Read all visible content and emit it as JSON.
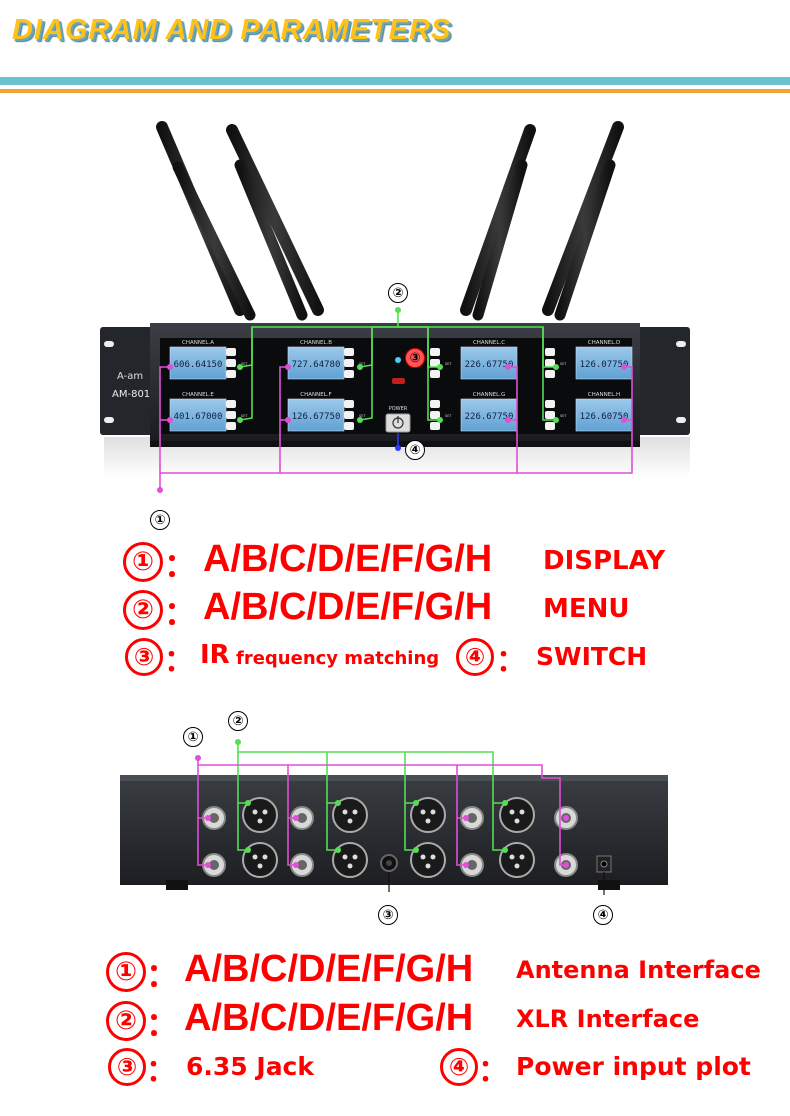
{
  "header": {
    "title": "DIAGRAM AND PARAMETERS"
  },
  "front_panel": {
    "logo": "A-am",
    "model": "AM-801",
    "channels": [
      {
        "label": "CHANNEL.A",
        "freq": "606.64150"
      },
      {
        "label": "CHANNEL.B",
        "freq": "727.64780"
      },
      {
        "label": "CHANNEL.C",
        "freq": "226.67750"
      },
      {
        "label": "CHANNEL.D",
        "freq": "126.07750"
      },
      {
        "label": "CHANNEL.E",
        "freq": "401.67000"
      },
      {
        "label": "CHANNEL.F",
        "freq": "126.67750"
      },
      {
        "label": "CHANNEL.G",
        "freq": "226.67750"
      },
      {
        "label": "CHANNEL.H",
        "freq": "126.60750"
      }
    ],
    "power_label": "POWER",
    "set_label": "SET",
    "callouts": {
      "c1": "①",
      "c2": "②",
      "c3": "③",
      "c4": "④"
    }
  },
  "front_legend": {
    "row1": {
      "num": "①",
      "sep": "：",
      "letters": "A/B/C/D/E/F/G/H",
      "desc": "DISPLAY"
    },
    "row2": {
      "num": "②",
      "sep": "：",
      "letters": "A/B/C/D/E/F/G/H",
      "desc": "MENU"
    },
    "row3a": {
      "num": "③",
      "sep": "：",
      "abbr": "IR",
      "desc": "frequency matching"
    },
    "row3b": {
      "num": "④",
      "sep": "：",
      "desc": "SWITCH"
    }
  },
  "rear_panel": {
    "callouts": {
      "c1": "①",
      "c2": "②",
      "c3": "③",
      "c4": "④"
    }
  },
  "rear_legend": {
    "row1": {
      "num": "①",
      "sep": "：",
      "letters": "A/B/C/D/E/F/G/H",
      "desc": "Antenna Interface"
    },
    "row2": {
      "num": "②",
      "sep": "：",
      "letters": "A/B/C/D/E/F/G/H",
      "desc": "XLR Interface"
    },
    "row3a": {
      "num": "③",
      "sep": "：",
      "desc": "6.35 Jack"
    },
    "row3b": {
      "num": "④",
      "sep": "：",
      "desc": "Power input plot"
    }
  },
  "colors": {
    "accent_red": "#ff0000",
    "title_yellow": "#ffc21a",
    "green_line": "#55dd55",
    "magenta_line": "#e04fd6",
    "header_blue": "#6cc1cf",
    "header_orange": "#f0a43a"
  }
}
